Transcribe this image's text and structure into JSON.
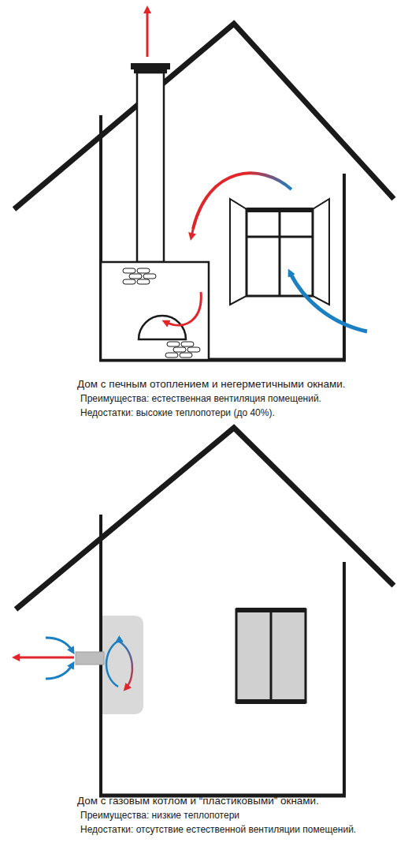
{
  "diagram": {
    "labels": [
      "Дом с печным отоплением и негерметичными окнами.",
      "Преимущества: естественная вентиляция помещений.",
      "Недостатки: высокие теплопотери (до 40%).",
      "Дом с газовым котлом и “пластиковыми” окнами.",
      "Преимущества: низкие теплопотери",
      "Недостатки: отсутствие естественной вентиляции помещений."
    ]
  }
}
